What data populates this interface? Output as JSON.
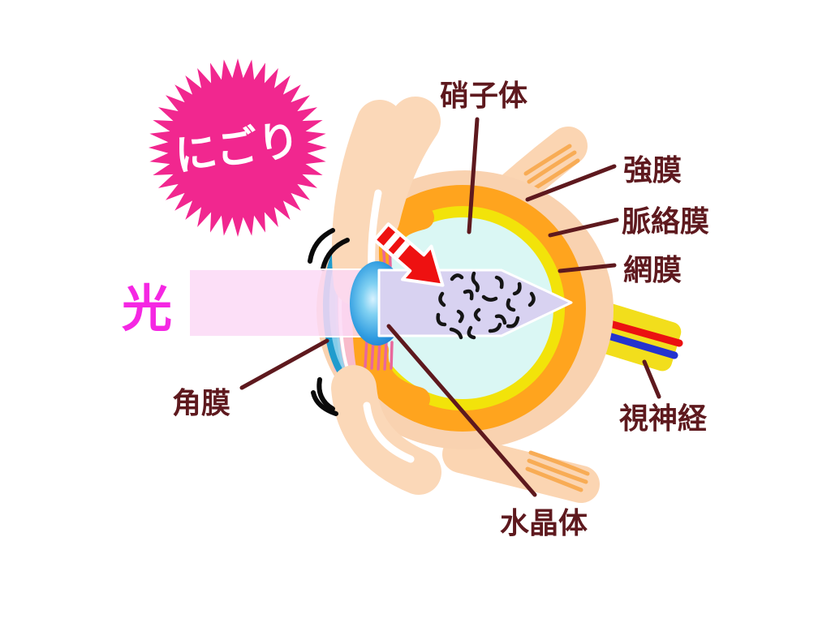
{
  "diagram": {
    "kind": "eye-anatomy-vitreous-floaters",
    "burst": {
      "label": "にごり",
      "fill": "#F1278F",
      "text_color": "#FFFFFF"
    },
    "light": {
      "label": "光",
      "color": "#F527E3"
    },
    "labels": {
      "vitreous": "硝子体",
      "sclera": "強膜",
      "choroid": "脈絡膜",
      "retina": "網膜",
      "optic_nerve": "視神経",
      "cornea": "角膜",
      "lens": "水晶体"
    },
    "colors": {
      "label_text": "#5E191E",
      "leader_line": "#5E191E",
      "sclera_outer": "#F9D2B0",
      "choroid_ring": "#FFA41E",
      "retina_ring": "#F2E30A",
      "vitreous_fill": "#DAF7F4",
      "beam_outer": "#FBD9F6",
      "beam_inner": "#D8D2F1",
      "cornea_fill": "#1F9CCD",
      "iris_fill": "#F8BCCB",
      "arrow_fill": "#EE1111",
      "nerve_band": "#F2DE1C",
      "nerve_artery": "#EB1111",
      "nerve_vein": "#2433CF",
      "muscle_fill": "#FBD5B2",
      "floater_stroke": "#151515"
    },
    "floaters": [
      "M557,344 q6,-8 12,-2",
      "M584,337 q-3,8 2,12 q4,4 2,9",
      "M612,342 q8,2 6,12",
      "M640,350 q2,10 -6,12",
      "M545,362 q-6,8 2,14",
      "M573,360 q10,-4 8,8",
      "M596,366 q7,6 15,2",
      "M627,370 q-4,10 6,12",
      "M655,362 q6,8 -2,14",
      "M540,388 q-2,12 8,12",
      "M565,384 q8,4 2,12",
      "M590,382 q-8,6 0,12",
      "M612,390 q8,-2 10,8",
      "M638,392 q-2,12 -12,10",
      "M556,406 q10,2 12,10",
      "M580,404 q-6,10 4,12",
      "M604,408 q10,0 12,-8"
    ]
  }
}
